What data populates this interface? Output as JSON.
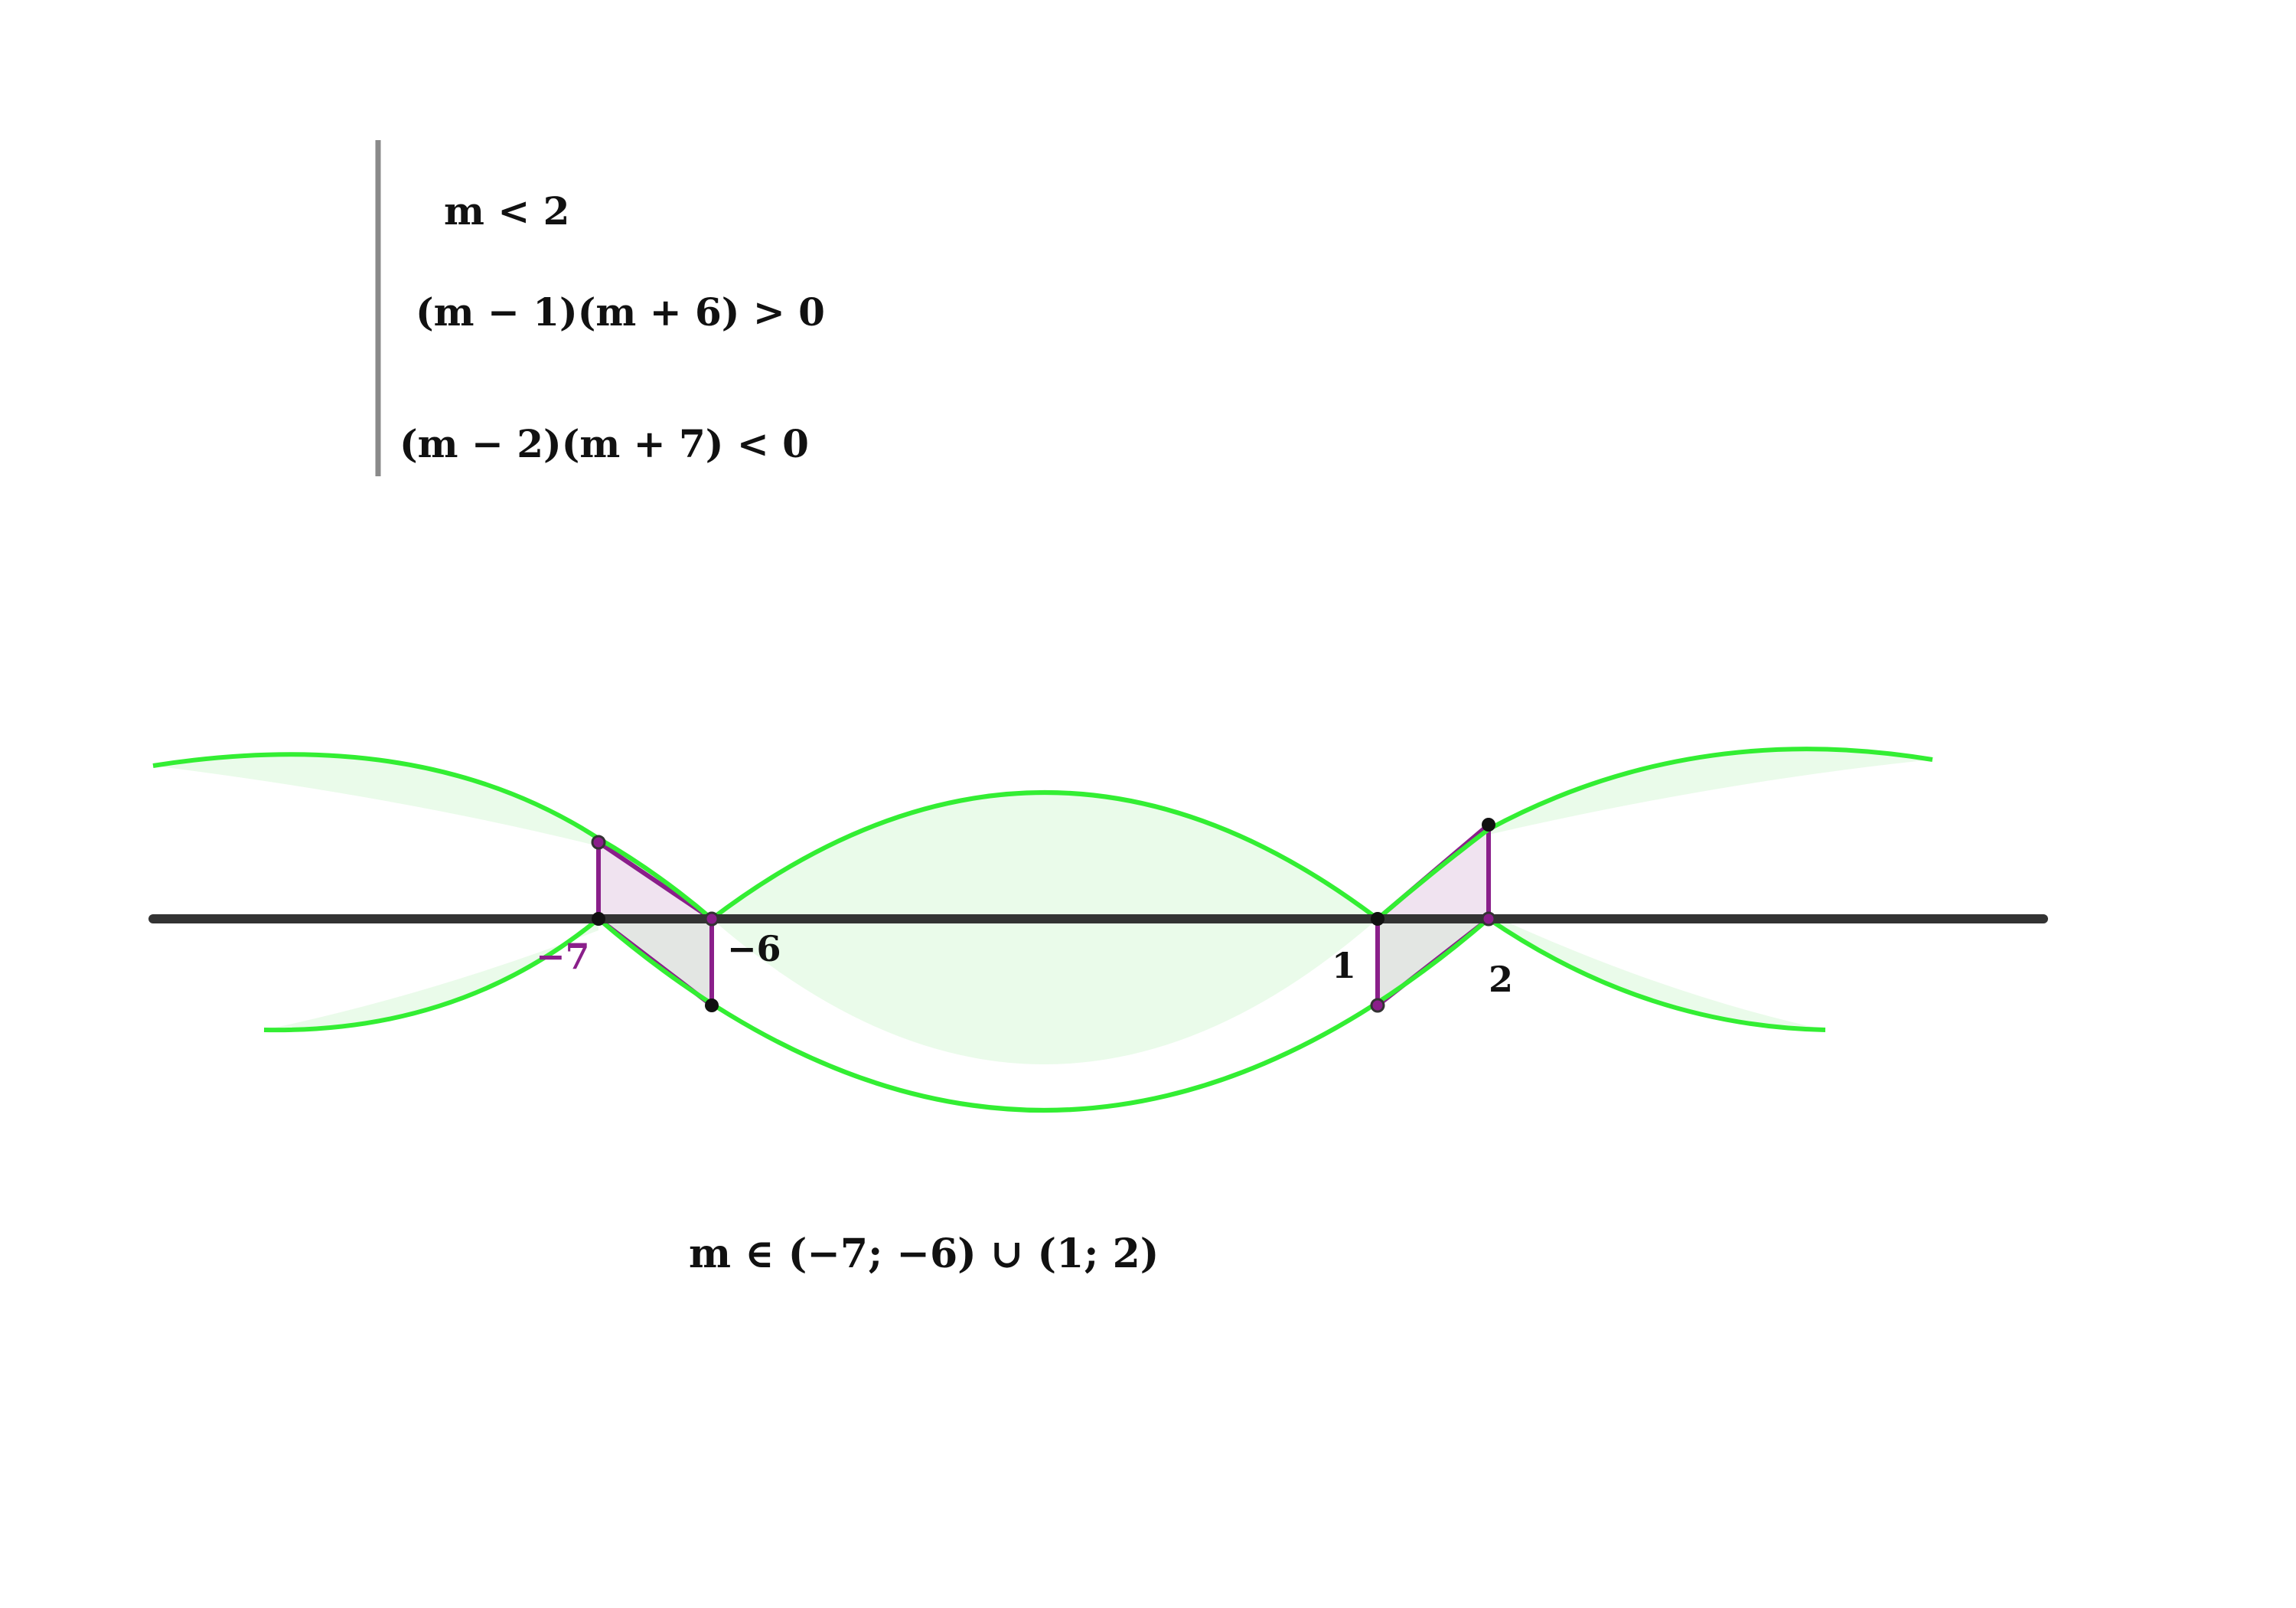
{
  "system": {
    "lines": [
      "m < 2",
      "(m − 1)(m + 6) > 0",
      "(m − 2)(m + 7) < 0"
    ]
  },
  "number_line": {
    "labels": {
      "neg7": "−7",
      "neg6": "−6",
      "one": "1",
      "two": "2"
    }
  },
  "answer": "m ∈ (−7; −6)  ∪ (1; 2)",
  "colors": {
    "axis": "#333333",
    "curve": "#33ee33",
    "curve_fill": "#eafbea",
    "interval_stroke": "#8a1f8a",
    "interval_fill_top": "#f0e3f0",
    "interval_fill_bottom": "#e3e6e3",
    "point": "#111111",
    "point_purple": "#8a1f8a",
    "brace": "#8a8a8a"
  }
}
